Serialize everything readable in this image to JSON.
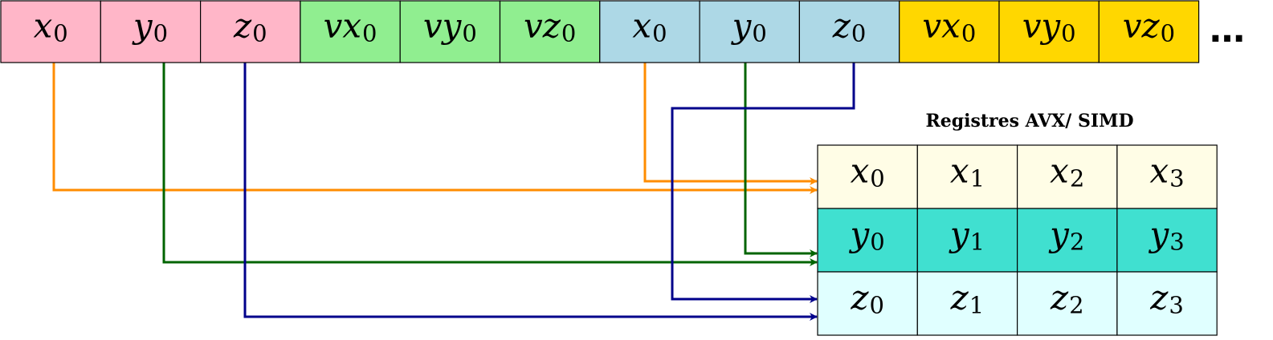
{
  "memory": {
    "cells": [
      {
        "base": "x",
        "sub": "0",
        "group": "pink"
      },
      {
        "base": "y",
        "sub": "0",
        "group": "pink"
      },
      {
        "base": "z",
        "sub": "0",
        "group": "pink"
      },
      {
        "base": "vx",
        "sub": "0",
        "group": "green"
      },
      {
        "base": "vy",
        "sub": "0",
        "group": "green"
      },
      {
        "base": "vz",
        "sub": "0",
        "group": "green"
      },
      {
        "base": "x",
        "sub": "0",
        "group": "blue"
      },
      {
        "base": "y",
        "sub": "0",
        "group": "blue"
      },
      {
        "base": "z",
        "sub": "0",
        "group": "blue"
      },
      {
        "base": "vx",
        "sub": "0",
        "group": "gold"
      },
      {
        "base": "vy",
        "sub": "0",
        "group": "gold"
      },
      {
        "base": "vz",
        "sub": "0",
        "group": "gold"
      }
    ],
    "ellipsis": "…"
  },
  "registers": {
    "title": "Registres AVX/ SIMD",
    "rows": [
      {
        "color": "light-yellow",
        "cells": [
          {
            "base": "x",
            "sub": "0"
          },
          {
            "base": "x",
            "sub": "1"
          },
          {
            "base": "x",
            "sub": "2"
          },
          {
            "base": "x",
            "sub": "3"
          }
        ]
      },
      {
        "color": "turquoise",
        "cells": [
          {
            "base": "y",
            "sub": "0"
          },
          {
            "base": "y",
            "sub": "1"
          },
          {
            "base": "y",
            "sub": "2"
          },
          {
            "base": "y",
            "sub": "3"
          }
        ]
      },
      {
        "color": "light-cyan",
        "cells": [
          {
            "base": "z",
            "sub": "0"
          },
          {
            "base": "z",
            "sub": "1"
          },
          {
            "base": "z",
            "sub": "2"
          },
          {
            "base": "z",
            "sub": "3"
          }
        ]
      }
    ]
  },
  "colors": {
    "pink": "#ffb6c8",
    "green": "#90ee90",
    "blue": "#add8e6",
    "gold": "#ffd700",
    "light-yellow": "#fffde6",
    "turquoise": "#40e0d0",
    "light-cyan": "#e0ffff",
    "arrow_x": "#ff8c00",
    "arrow_y": "#006400",
    "arrow_z": "#00008b"
  },
  "arrows": [
    {
      "from_cell": 0,
      "to_row": 0,
      "color": "arrow_x"
    },
    {
      "from_cell": 6,
      "to_row": 0,
      "color": "arrow_x"
    },
    {
      "from_cell": 1,
      "to_row": 1,
      "color": "arrow_y"
    },
    {
      "from_cell": 7,
      "to_row": 1,
      "color": "arrow_y"
    },
    {
      "from_cell": 2,
      "to_row": 2,
      "color": "arrow_z"
    },
    {
      "from_cell": 8,
      "to_row": 2,
      "color": "arrow_z"
    }
  ]
}
